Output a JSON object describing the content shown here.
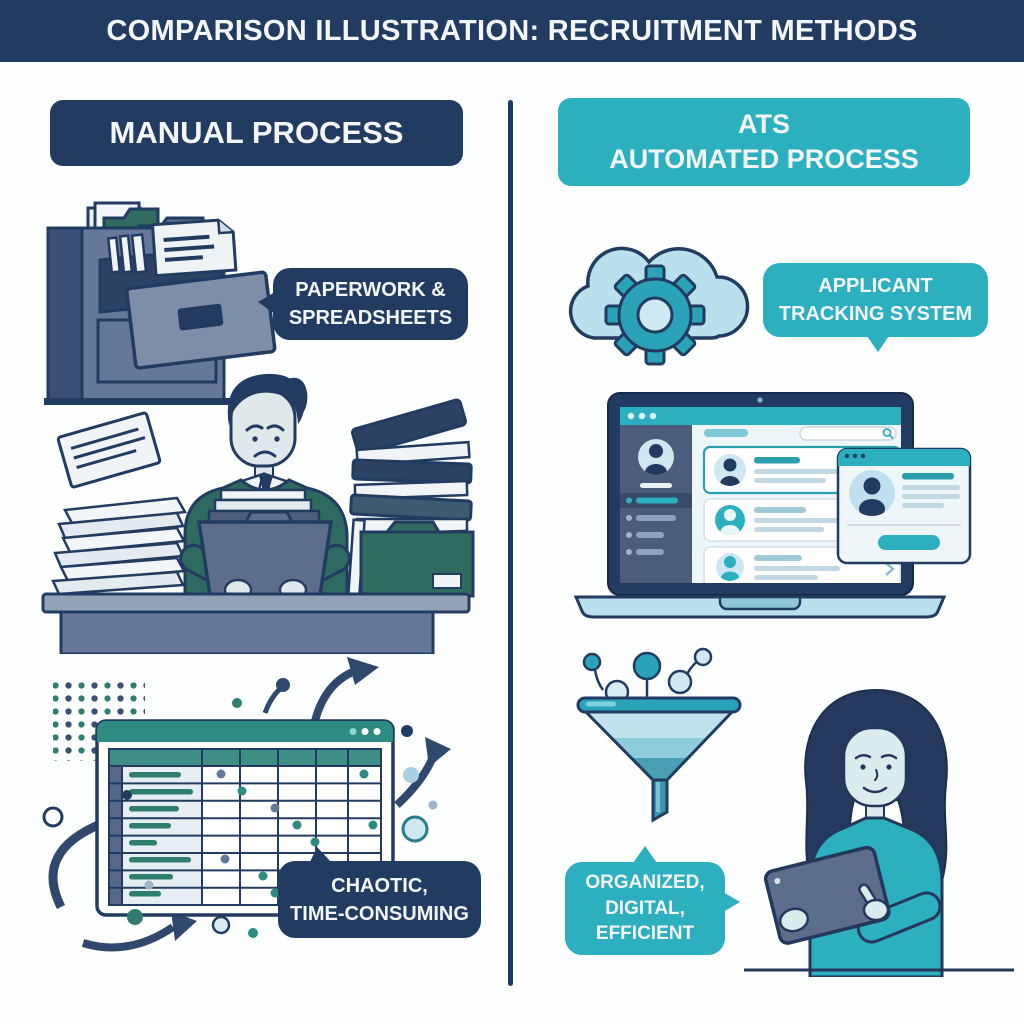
{
  "title": "COMPARISON ILLUSTRATION: RECRUITMENT METHODS",
  "left_panel": {
    "header": "MANUAL PROCESS",
    "paperwork_bubble": "PAPERWORK &\nSPREADSHEETS",
    "chaotic_bubble": "CHAOTIC,\nTIME-CONSUMING"
  },
  "right_panel": {
    "header": "ATS\nAUTOMATED PROCESS",
    "tracking_bubble": "APPLICANT\nTRACKING SYSTEM",
    "organized_bubble": "ORGANIZED,\nDIGITAL,\nEFFICIENT"
  },
  "colors": {
    "navy": "#223c61",
    "teal": "#2cb0bf",
    "spreadsheet_teal_green": "#2e8b82",
    "sweater_green": "#2e6a5f",
    "slate": "#66789a",
    "light_blue": "#b9e0ec",
    "paper": "#f0f4f7"
  },
  "icons": {
    "left_column": [
      "filing-cabinet-icon",
      "flying-paper-icon",
      "paper-stack-icon",
      "stressed-recruiter-icon",
      "binder-stack-icon",
      "green-folder-icon",
      "desk-icon",
      "dot-matrix-pattern",
      "spreadsheet-window-icon",
      "growth-arrow-icons"
    ],
    "right_column": [
      "cloud-icon",
      "gear-icon",
      "laptop-icon",
      "ats-candidate-list",
      "candidate-profile-popup",
      "search-icon",
      "hiring-funnel-icon",
      "woman-with-tablet-icon"
    ]
  }
}
